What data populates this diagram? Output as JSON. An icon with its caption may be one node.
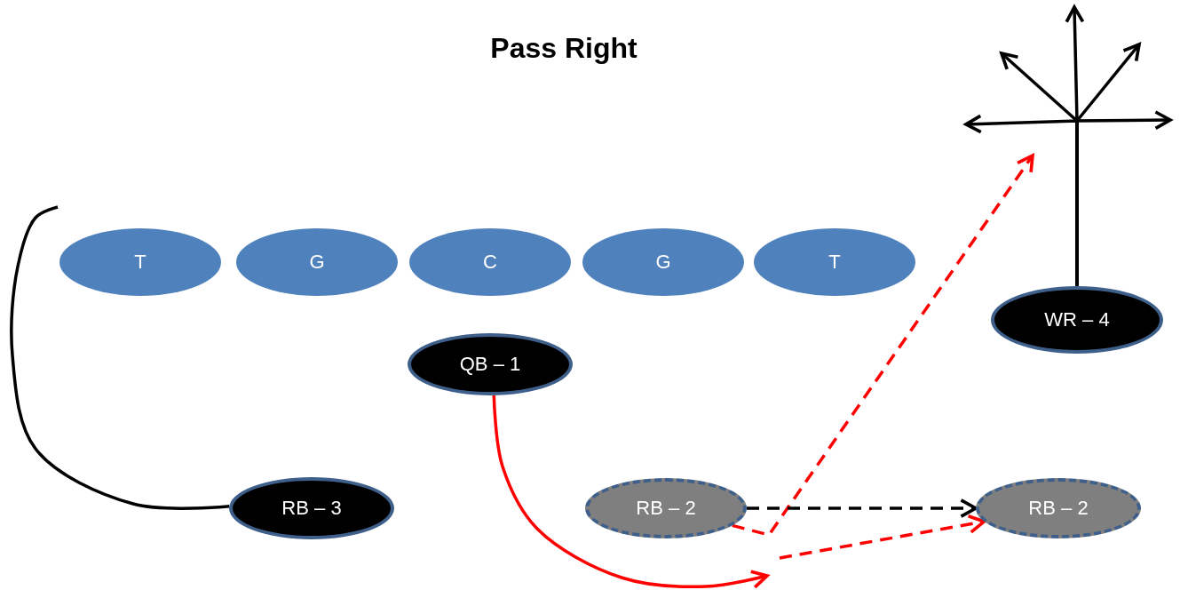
{
  "diagram": {
    "title": "Pass Right",
    "nodes": [
      {
        "text": [
          "T"
        ]
      },
      {
        "text": [
          "G"
        ]
      },
      {
        "text": [
          "C"
        ]
      },
      {
        "text": [
          "G"
        ]
      },
      {
        "text": [
          "T"
        ]
      },
      {
        "text": [
          "WR – 4"
        ]
      },
      {
        "text": [
          "QB – 1"
        ]
      },
      {
        "text": [
          "RB – 3"
        ]
      },
      {
        "text": [
          "RB – 2"
        ]
      },
      {
        "text": [
          "RB – 2"
        ]
      }
    ],
    "edges": [
      {
        "from": 7,
        "to": null,
        "arrow": "none"
      },
      {
        "from": 6,
        "to": null,
        "arrow": "to",
        "color": "#ff0000"
      },
      {
        "from": null,
        "to": 9,
        "arrow": "to",
        "style": "dashed",
        "color": "#ff0000"
      },
      {
        "from": 8,
        "to": null,
        "arrow": "to",
        "style": "dashed",
        "color": "#ff0000"
      },
      {
        "from": 8,
        "to": 9,
        "arrow": "to",
        "style": "dashed"
      },
      {
        "from": 5,
        "to": null,
        "arrow": "to"
      },
      {
        "from": 5,
        "to": null,
        "arrow": "to"
      },
      {
        "from": 5,
        "to": null,
        "arrow": "to"
      },
      {
        "from": 5,
        "to": null,
        "arrow": "to"
      },
      {
        "from": 5,
        "to": null,
        "arrow": "to"
      }
    ]
  }
}
